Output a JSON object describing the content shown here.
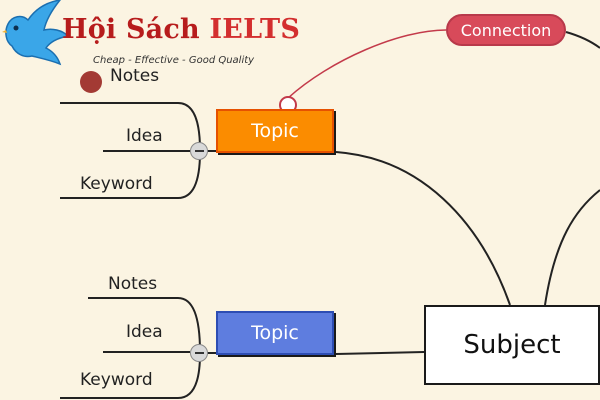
{
  "brand": {
    "title_prefix": "Hội Sách ",
    "title_highlight": "IELTS",
    "tagline": "Cheap - Effective - Good Quality",
    "bird_icon": "bird-logo-icon",
    "colors": {
      "title": "#d32f2f",
      "bird": "#3aa6e8"
    }
  },
  "mindmap": {
    "connection_label": "Connection",
    "subject_label": "Subject",
    "branches": [
      {
        "topic": "Topic",
        "color": "#fb8c00",
        "leaves": [
          "Notes",
          "Idea",
          "Keyword"
        ]
      },
      {
        "topic": "Topic",
        "color": "#5e7ddf",
        "leaves": [
          "Notes",
          "Idea",
          "Keyword"
        ]
      }
    ],
    "colors": {
      "connection": "#d84a5a",
      "notes_marker": "#a33a34",
      "background": "#fbf4e2"
    }
  }
}
